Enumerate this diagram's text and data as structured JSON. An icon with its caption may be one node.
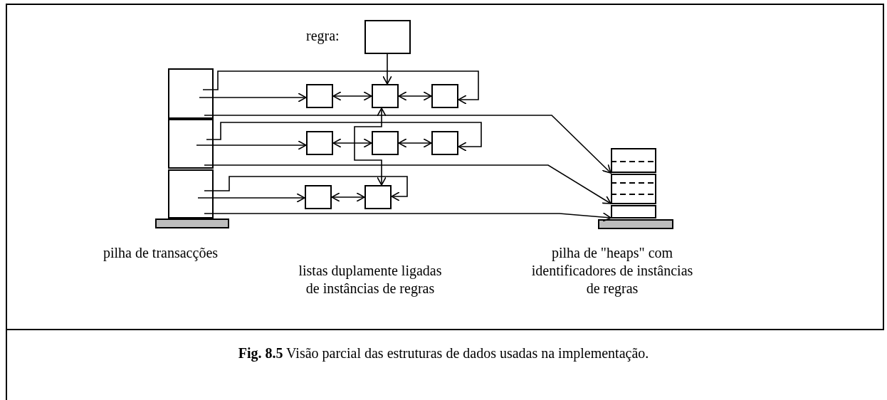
{
  "diagram": {
    "caption": "**Fig. 8.5** Visão parcial das estruturas de dados usadas na implementação.",
    "nodes": [
      {
        "text": [],
        "shape": "box",
        "beside": [
          "regra:"
        ]
      },
      {
        "text": [],
        "shape": "box"
      },
      {
        "text": [],
        "shape": "box"
      },
      {
        "text": [],
        "shape": "box"
      },
      {
        "text": [],
        "shape": "box"
      },
      {
        "text": [],
        "shape": "box"
      },
      {
        "text": [],
        "shape": "box"
      },
      {
        "text": [],
        "shape": "box"
      },
      {
        "text": [],
        "shape": "box"
      },
      {
        "text": [],
        "shape": "box"
      },
      {
        "text": [],
        "shape": "box"
      },
      {
        "text": [],
        "shape": "box"
      },
      {
        "text": [],
        "shape": "box"
      },
      {
        "text": [],
        "shape": "box"
      },
      {
        "text": [],
        "shape": "box"
      },
      {
        "text": [],
        "shape": "bar"
      },
      {
        "text": [],
        "shape": "bar"
      }
    ],
    "edges": [
      {
        "from": 0,
        "to": 3,
        "arrow": "to"
      },
      {
        "from": 1,
        "to": 2,
        "arrow": "to"
      },
      {
        "from": 1,
        "to": 4,
        "arrow": "to"
      },
      {
        "from": 2,
        "to": 3,
        "arrow": "both"
      },
      {
        "from": 3,
        "to": 4,
        "arrow": "both"
      },
      {
        "from": 1,
        "to": 12,
        "arrow": "to"
      },
      {
        "from": 5,
        "to": 6,
        "arrow": "to"
      },
      {
        "from": 5,
        "to": 8,
        "arrow": "to"
      },
      {
        "from": 6,
        "to": 7,
        "arrow": "both"
      },
      {
        "from": 7,
        "to": 8,
        "arrow": "both"
      },
      {
        "from": 5,
        "to": 13,
        "arrow": "to"
      },
      {
        "from": 9,
        "to": 10,
        "arrow": "to"
      },
      {
        "from": 9,
        "to": 11,
        "arrow": "to"
      },
      {
        "from": 10,
        "to": 11,
        "arrow": "both"
      },
      {
        "from": 9,
        "to": 14,
        "arrow": "to"
      },
      {
        "from": 3,
        "to": 11,
        "arrow": "both"
      }
    ],
    "labels": [
      "pilha de transacções",
      "listas duplamente ligadas de instâncias de regras",
      "pilha de \"heaps\" com identificadores de instâncias de regras"
    ]
  }
}
